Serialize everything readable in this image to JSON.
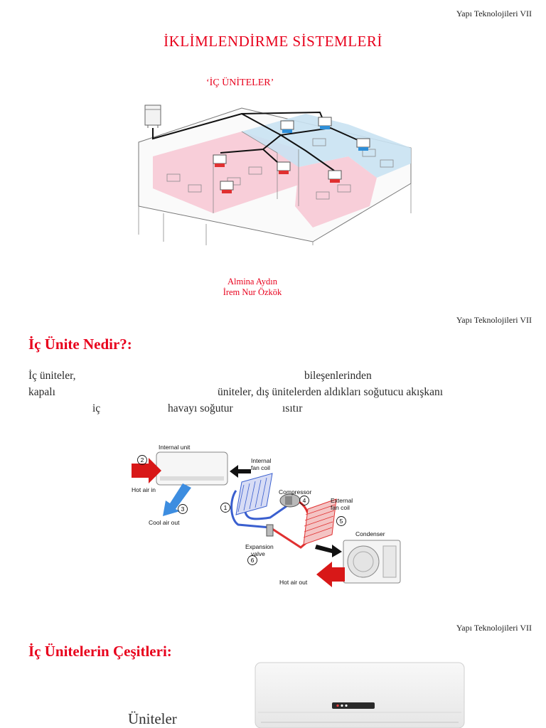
{
  "page1": {
    "running_head": "Yapı Teknolojileri VII",
    "title": "İKLİMLENDİRME SİSTEMLERİ",
    "subtitle": "‘İÇ ÜNİTELER’",
    "authors": [
      "Almina Aydın",
      "İrem Nur Özkök"
    ]
  },
  "page2": {
    "running_head": "Yapı Teknolojileri VII",
    "heading": "İç Ünite Nedir?:",
    "fragments": [
      "İç üniteler,",
      "bileşenlerinden",
      "kapalı",
      "üniteler, dış ünitelerden aldıkları soğutucu akışkanı",
      "iç",
      "havayı soğutur",
      "ısıtır"
    ],
    "diagram_labels": {
      "internal_unit": "Internal unit",
      "hot_air_in": "Hot air in",
      "cool_air_out": "Cool air out",
      "internal_fan_coil": [
        "Internal",
        "fan coil"
      ],
      "compressor": "Compressor",
      "external_fan_coil": [
        "External",
        "fan coil"
      ],
      "condenser": "Condenser",
      "expansion_valve": [
        "Expansion",
        "valve"
      ],
      "hot_air_out": "Hot air out",
      "numbers": [
        "1",
        "2",
        "3",
        "4",
        "5",
        "6"
      ]
    }
  },
  "page3": {
    "running_head": "Yapı Teknolojileri VII",
    "heading": "İç Ünitelerin Çeşitleri:",
    "label": "Üniteler"
  },
  "colors": {
    "accent_red": "#e8001c",
    "pink_zone": "#f7c6d2",
    "blue_zone": "#c9e2f2",
    "pipe_blue": "#3a5fcf",
    "pipe_red": "#e03030"
  }
}
